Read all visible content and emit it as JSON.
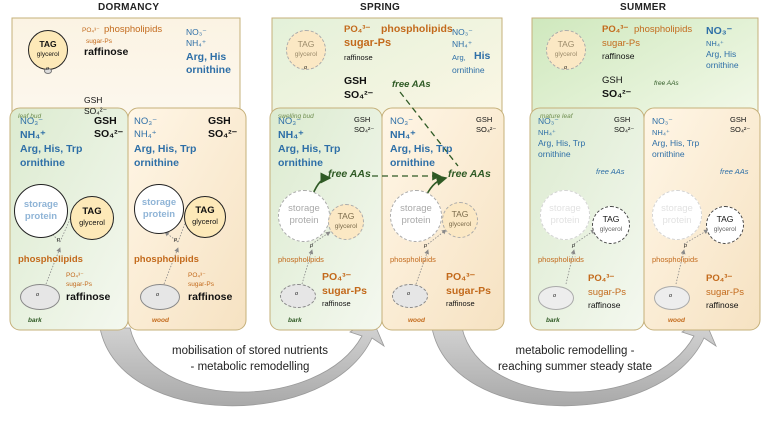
{
  "seasons": {
    "dormancy": "DORMANCY",
    "spring": "SPRING",
    "summer": "SUMMER"
  },
  "leaf_panels": {
    "dormancy": {
      "tag": "TAG",
      "glycerol": "glycerol",
      "po4": "PO₄³⁻",
      "phospholipids": "phospholipids",
      "sugar_ps": "sugar-Ps",
      "raffinose": "raffinose",
      "no3": "NO₃⁻",
      "nh4": "NH₄⁺",
      "arg_his": "Arg, His",
      "ornithine": "ornithine",
      "gsh": "GSH",
      "so4": "SO₄²⁻",
      "label": "leaf bud"
    },
    "spring": {
      "tag": "TAG",
      "glycerol": "glycerol",
      "po4": "PO₄³⁻",
      "phospholipids": "phospholipids",
      "sugar_ps": "sugar-Ps",
      "raffinose": "raffinose",
      "no3": "NO₃⁻",
      "nh4": "NH₄⁺",
      "arg_his_small": "Arg,",
      "arg_his_big": "His",
      "ornithine": "ornithine",
      "gsh": "GSH",
      "so4": "SO₄²⁻",
      "free_aas": "free AAs",
      "label": "swelling bud"
    },
    "summer": {
      "tag": "TAG",
      "glycerol": "glycerol",
      "po4": "PO₄³⁻",
      "phospholipids": "phospholipids",
      "sugar_ps": "sugar-Ps",
      "raffinose": "raffinose",
      "no3": "NO₃⁻",
      "nh4": "NH₄⁺",
      "arg_his": "Arg, His",
      "ornithine": "ornithine",
      "gsh": "GSH",
      "so4": "SO₄²⁻",
      "free_aas": "free AAs",
      "label": "mature leaf"
    }
  },
  "stem_panels": {
    "dormancy": {
      "bark": {
        "no3": "NO₃⁻",
        "nh4": "NH₄⁺",
        "arg_his_trp": "Arg, His, Trp",
        "ornithine": "ornithine",
        "gsh": "GSH",
        "so4": "SO₄²⁻",
        "storage": "storage",
        "protein": "protein",
        "tag": "TAG",
        "glycerol": "glycerol",
        "phospholipids": "phospholipids",
        "po4": "PO₄³⁻",
        "sugar_ps": "sugar-Ps",
        "raffinose": "raffinose",
        "label": "bark"
      },
      "wood": {
        "no3": "NO₃⁻",
        "nh4": "NH₄⁺",
        "arg_his_trp": "Arg, His, Trp",
        "ornithine": "ornithine",
        "gsh": "GSH",
        "so4": "SO₄²⁻",
        "storage": "storage",
        "protein": "protein",
        "tag": "TAG",
        "glycerol": "glycerol",
        "phospholipids": "phospholipids",
        "po4": "PO₄³⁻",
        "sugar_ps": "sugar-Ps",
        "raffinose": "raffinose",
        "label": "wood"
      }
    },
    "spring": {
      "bark": {
        "no3": "NO₃⁻",
        "nh4": "NH₄⁺",
        "arg_his_trp": "Arg, His, Trp",
        "ornithine": "ornithine",
        "gsh": "GSH",
        "so4": "SO₄²⁻",
        "storage": "storage",
        "protein": "protein",
        "tag": "TAG",
        "glycerol": "glycerol",
        "phospholipids": "phospholipids",
        "po4": "PO₄³⁻",
        "sugar_ps": "sugar-Ps",
        "raffinose": "raffinose",
        "free_aas": "free AAs",
        "label": "bark"
      },
      "wood": {
        "no3": "NO₃⁻",
        "nh4": "NH₄⁺",
        "arg_his_trp": "Arg, His, Trp",
        "ornithine": "ornithine",
        "gsh": "GSH",
        "so4": "SO₄²⁻",
        "storage": "storage",
        "protein": "protein",
        "tag": "TAG",
        "glycerol": "glycerol",
        "phospholipids": "phospholipids",
        "po4": "PO₄³⁻",
        "sugar_ps": "sugar-Ps",
        "raffinose": "raffinose",
        "free_aas": "free AAs",
        "label": "wood"
      }
    },
    "summer": {
      "bark": {
        "no3": "NO₃⁻",
        "nh4": "NH₄⁺",
        "arg_his_trp": "Arg, His, Trp",
        "ornithine": "ornithine",
        "gsh": "GSH",
        "so4": "SO₄²⁻",
        "storage": "storage",
        "protein": "protein",
        "tag": "TAG",
        "glycerol": "glycerol",
        "phospholipids": "phospholipids",
        "po4": "PO₄³⁻",
        "sugar_ps": "sugar-Ps",
        "raffinose": "raffinose",
        "free_aas": "free AAs",
        "label": "bark"
      },
      "wood": {
        "no3": "NO₃⁻",
        "nh4": "NH₄⁺",
        "arg_his_trp": "Arg, His, Trp",
        "ornithine": "ornithine",
        "gsh": "GSH",
        "so4": "SO₄²⁻",
        "storage": "storage",
        "protein": "protein",
        "tag": "TAG",
        "glycerol": "glycerol",
        "phospholipids": "phospholipids",
        "po4": "PO₄³⁻",
        "sugar_ps": "sugar-Ps",
        "raffinose": "raffinose",
        "free_aas": "free AAs",
        "label": "wood"
      }
    }
  },
  "small_labels": {
    "p": "p",
    "o": "o"
  },
  "transitions": {
    "first_line1": "mobilisation of stored nutrients",
    "first_line2": "- metabolic remodelling",
    "second_line1": "metabolic remodelling -",
    "second_line2": "reaching summer  steady state"
  },
  "colors": {
    "bark_fill": "#e7f1df",
    "wood_fill": "#fcf1df",
    "leaf_fill": "#fbf4e6",
    "panel_border": "#c5b07a",
    "blue": "#2e6fa7",
    "orange": "#c36a1c",
    "tag_fill": "#fde9b8",
    "arrow_gray": "#c8c8c8",
    "dark_green": "#2f5a25"
  }
}
